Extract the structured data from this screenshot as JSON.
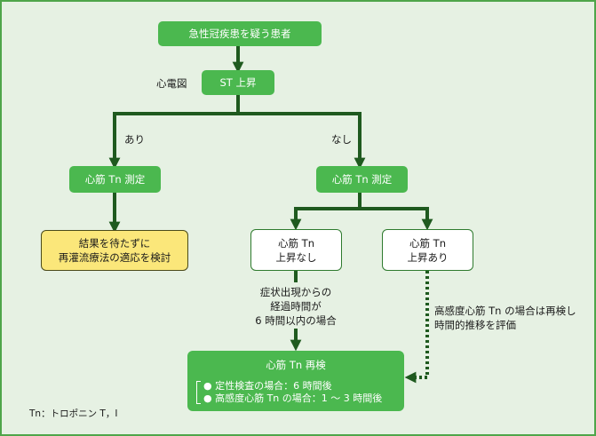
{
  "nodes": {
    "start": "急性冠疾患を疑う患者",
    "st": "ST 上昇",
    "tn_left": "心筋 Tn 測定",
    "tn_right": "心筋 Tn 測定",
    "result_line1": "結果を待たずに",
    "result_line2": "再灌流療法の適応を検討",
    "no_rise_line1": "心筋 Tn",
    "no_rise_line2": "上昇なし",
    "rise_line1": "心筋 Tn",
    "rise_line2": "上昇あり",
    "retest_title": "心筋 Tn 再検",
    "retest_bullet1": "● 定性検査の場合：6 時間後",
    "retest_bullet2": "● 高感度心筋 Tn の場合：1 〜 3 時間後"
  },
  "labels": {
    "ecg": "心電図",
    "yes": "あり",
    "no": "なし",
    "elapsed_line1": "症状出現からの",
    "elapsed_line2": "経過時間が",
    "elapsed_line3": "6 時間以内の場合",
    "hs_line1": "高感度心筋 Tn の場合は再検し",
    "hs_line2": "時間的推移を評価",
    "footnote": "Tn：トロポニン T，I"
  },
  "colors": {
    "background": "#e6f1e3",
    "border": "#4fa54a",
    "box_green": "#4bb84f",
    "arrow": "#1f5a1f",
    "yellow": "#fbe77a"
  }
}
